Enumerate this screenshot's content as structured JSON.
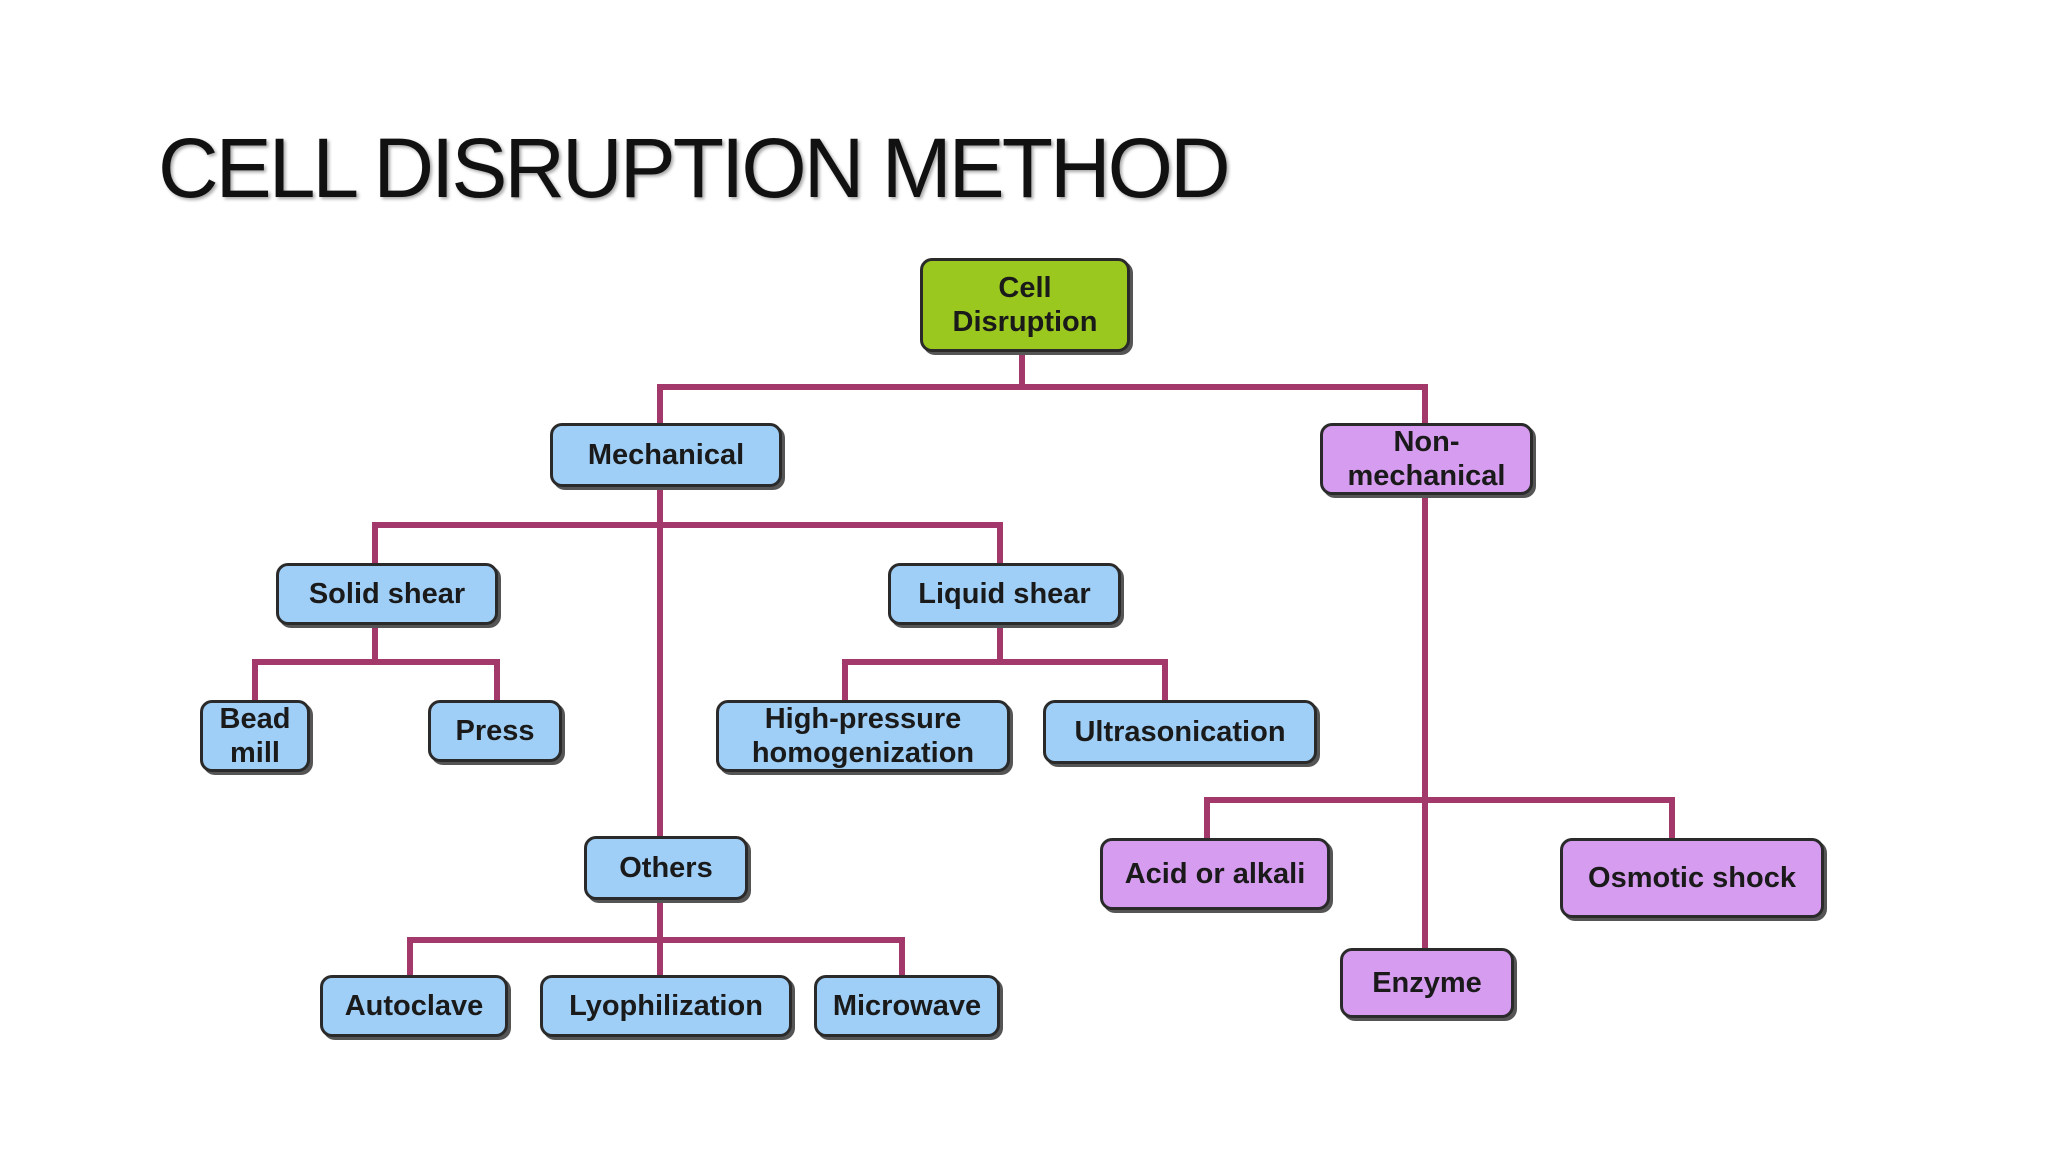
{
  "slide": {
    "title": "CELL DISRUPTION METHOD"
  },
  "colors": {
    "root_fill": "#9bc81e",
    "mechanical_fill": "#9fcff7",
    "non_mechanical_fill": "#d69cf0",
    "connector": "#a3386b"
  },
  "diagram": {
    "root": {
      "label": "Cell\nDisruption"
    },
    "mechanical": {
      "label": "Mechanical",
      "solid_shear": {
        "label": "Solid shear",
        "children": [
          "Bead\nmill",
          "Press"
        ]
      },
      "liquid_shear": {
        "label": "Liquid shear",
        "children": [
          "High-pressure\nhomogenization",
          "Ultrasonication"
        ]
      },
      "others": {
        "label": "Others",
        "children": [
          "Autoclave",
          "Lyophilization",
          "Microwave"
        ]
      }
    },
    "non_mechanical": {
      "label": "Non-\nmechanical",
      "children": [
        "Acid or alkali",
        "Enzyme",
        "Osmotic shock"
      ]
    }
  }
}
